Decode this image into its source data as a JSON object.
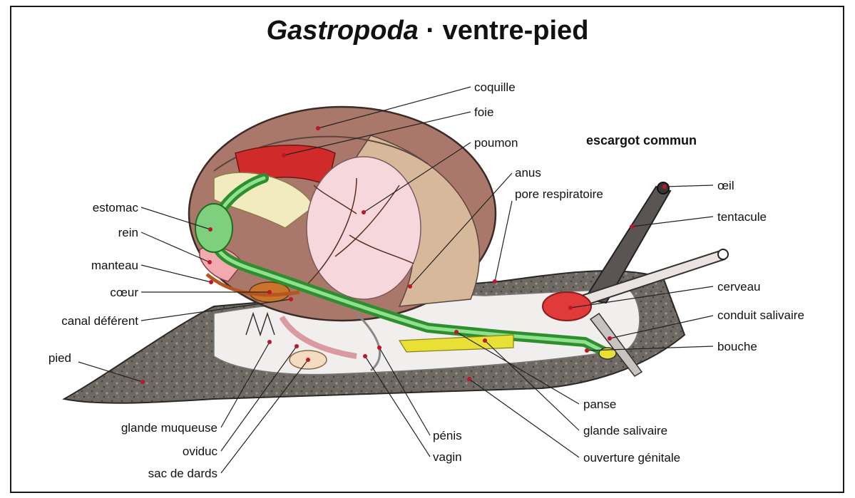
{
  "title": {
    "italic": "Gastropoda",
    "rest": " · ventre-pied"
  },
  "subtitle": "escargot commun",
  "labels": {
    "coquille": "coquille",
    "foie": "foie",
    "poumon": "poumon",
    "anus": "anus",
    "pore_respiratoire": "pore respiratoire",
    "oeil": "œil",
    "tentacule": "tentacule",
    "cerveau": "cerveau",
    "conduit_salivaire": "conduit salivaire",
    "bouche": "bouche",
    "panse": "panse",
    "glande_salivaire": "glande salivaire",
    "ouverture_genitale": "ouverture génitale",
    "penis": "pénis",
    "vagin": "vagin",
    "estomac": "estomac",
    "rein": "rein",
    "manteau": "manteau",
    "coeur": "cœur",
    "canal_deferent": "canal déférent",
    "pied": "pied",
    "glande_muqueuse": "glande muqueuse",
    "oviduc": "oviduc",
    "sac_de_dards": "sac de dards"
  },
  "colors": {
    "foot": "#77706b",
    "shell": "#a9786a",
    "shell_band": "#d8b89a",
    "liver": "#d02a2a",
    "lung": "#f6d8dc",
    "intestine": "#3aa43a",
    "salivary": "#e8e035",
    "brain": "#e03a3a",
    "leader_dot": "#c0142a"
  }
}
